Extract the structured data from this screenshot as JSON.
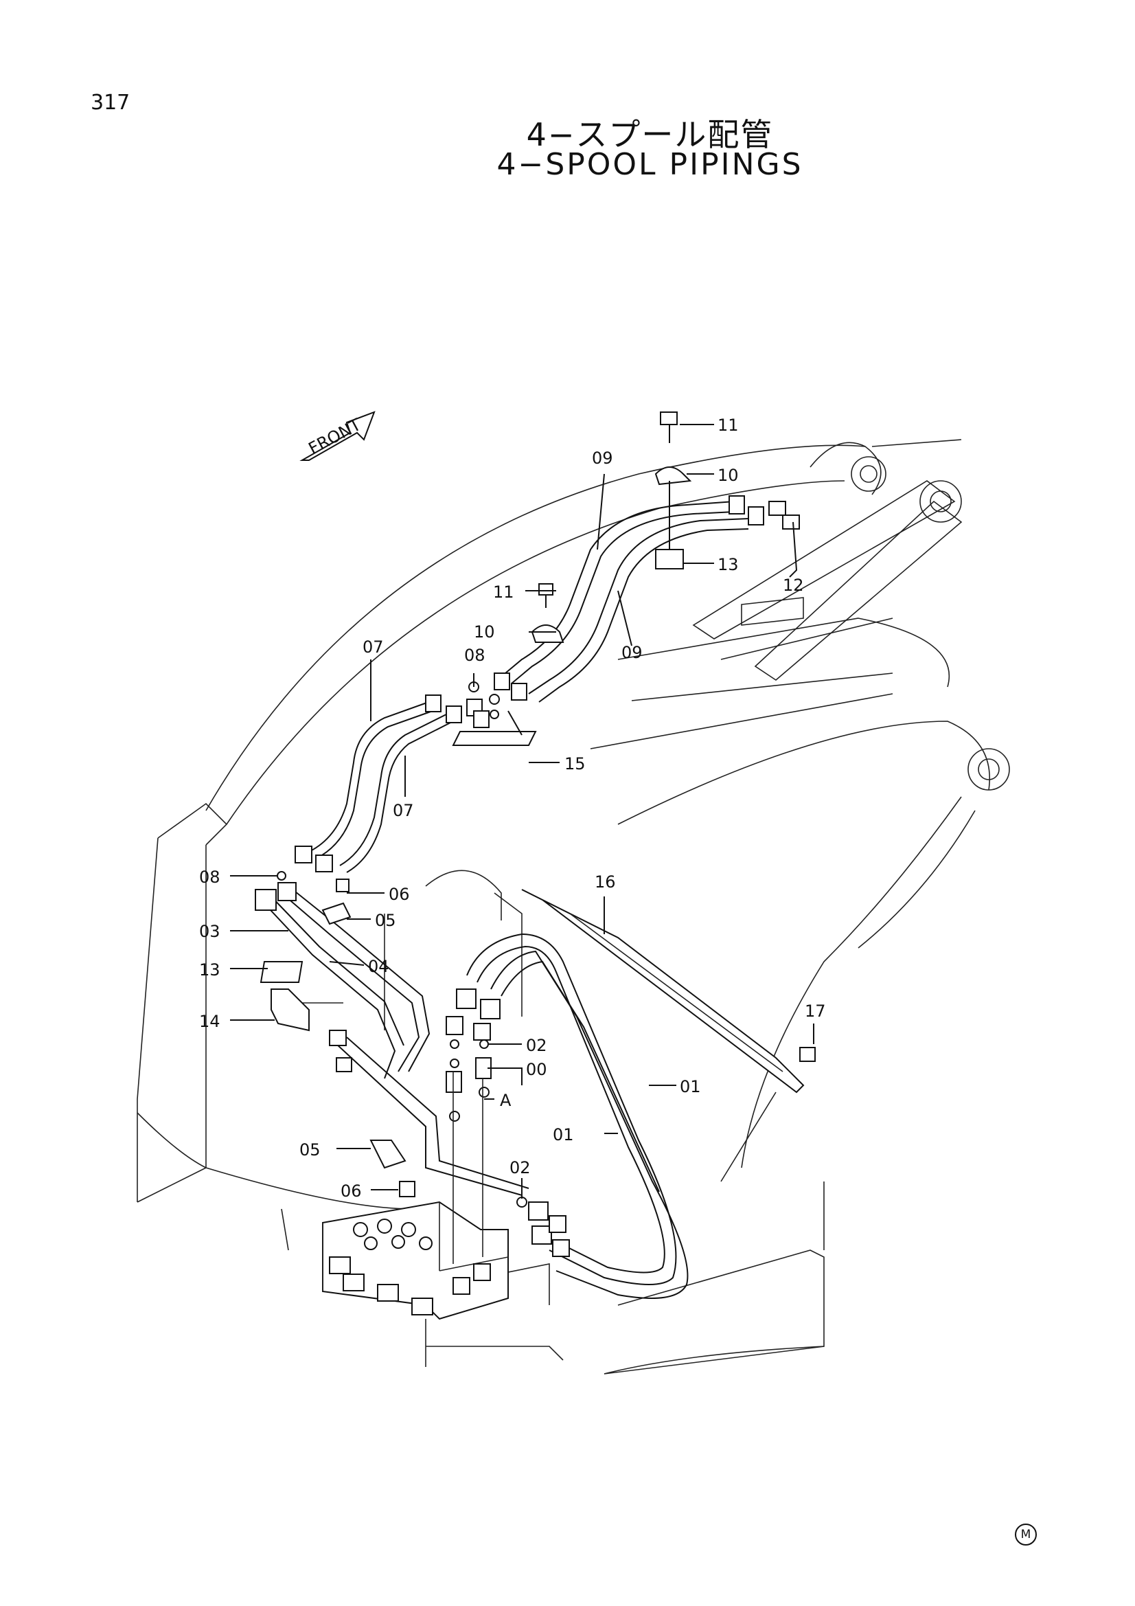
{
  "page_number": "317",
  "title_jp": "4−スプール配管",
  "title_en": "4−SPOOL PIPINGS",
  "front_marker": "FRONT",
  "footer_mark": "M",
  "callouts": [
    "11",
    "10",
    "09",
    "13",
    "12",
    "11",
    "10",
    "09",
    "07",
    "08",
    "15",
    "07",
    "08",
    "06",
    "05",
    "03",
    "04",
    "13",
    "14",
    "16",
    "17",
    "02",
    "00",
    "A",
    "01",
    "01",
    "05",
    "02",
    "06"
  ]
}
